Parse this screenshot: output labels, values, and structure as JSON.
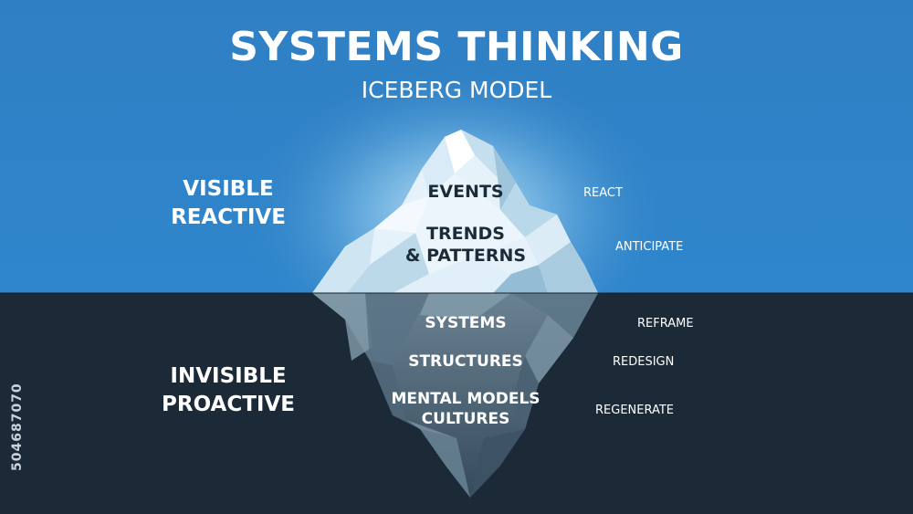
{
  "title": "SYSTEMS THINKING",
  "subtitle": "ICEBERG MODEL",
  "zones": {
    "above": {
      "line1": "VISIBLE",
      "line2": "REACTIVE"
    },
    "below": {
      "line1": "INVISIBLE",
      "line2": "PROACTIVE"
    }
  },
  "layers": [
    {
      "lines": [
        "EVENTS"
      ],
      "action": "REACT"
    },
    {
      "lines": [
        "TRENDS",
        "& PATTERNS"
      ],
      "action": "ANTICIPATE"
    },
    {
      "lines": [
        "SYSTEMS"
      ],
      "action": "REFRAME"
    },
    {
      "lines": [
        "STRUCTURES"
      ],
      "action": "REDESIGN"
    },
    {
      "lines": [
        "MENTAL MODELS",
        "CULTURES"
      ],
      "action": "REGENERATE"
    }
  ],
  "side_caption": "504687070",
  "colors": {
    "sky": "#2e80c4",
    "sea": "#1b2a36",
    "glow": "#bfe3f7",
    "ice_light": "#e9f4fb",
    "ice_shade": "#a9cde3",
    "ice_under": "#6f8a9c"
  }
}
